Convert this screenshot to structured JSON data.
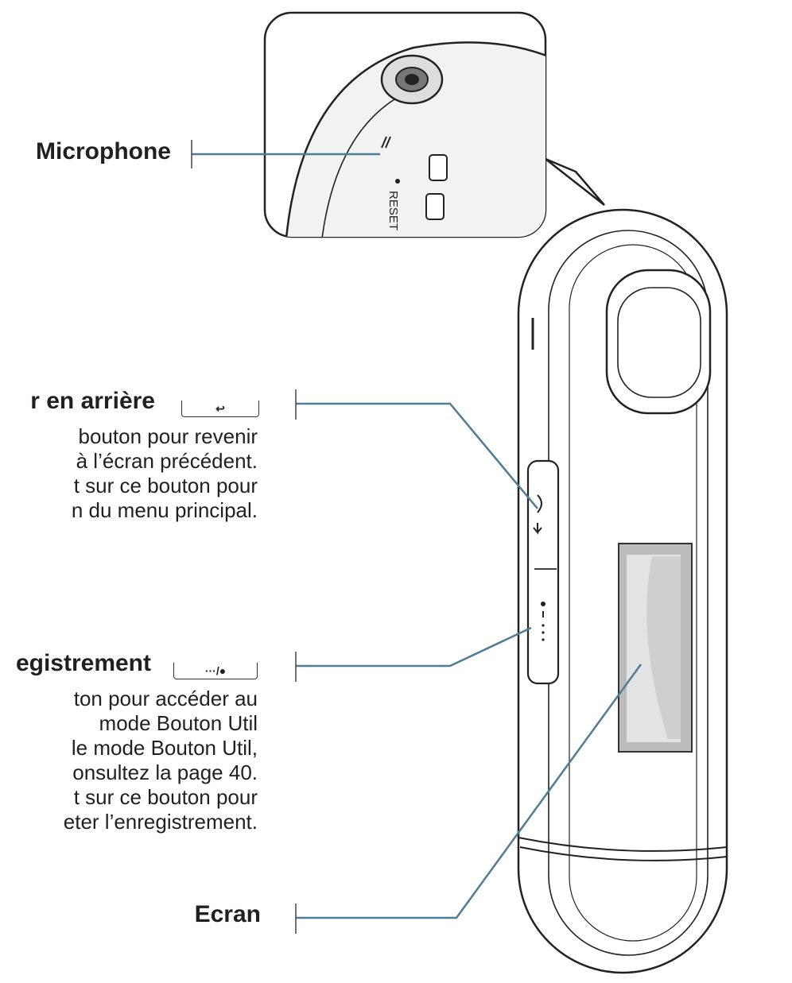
{
  "labels": {
    "microphone": "Microphone",
    "back_title": "r en arrière",
    "back_desc": [
      "bouton pour revenir",
      "à l’écran précédent.",
      "t sur ce bouton pour",
      "n du menu principal."
    ],
    "record_title": "egistrement",
    "record_desc": [
      "ton pour accéder au",
      "mode Bouton Util",
      "le mode Bouton Util,",
      "onsultez la page 40.",
      "t sur ce bouton pour",
      "eter l’enregistrement."
    ],
    "screen": "Ecran"
  },
  "keycaps": {
    "back_symbol": "↩",
    "record_symbol": "···/●"
  },
  "device": {
    "reset_text": "RESET"
  },
  "colors": {
    "leader_line": "#4f7d95",
    "outline": "#222222"
  }
}
